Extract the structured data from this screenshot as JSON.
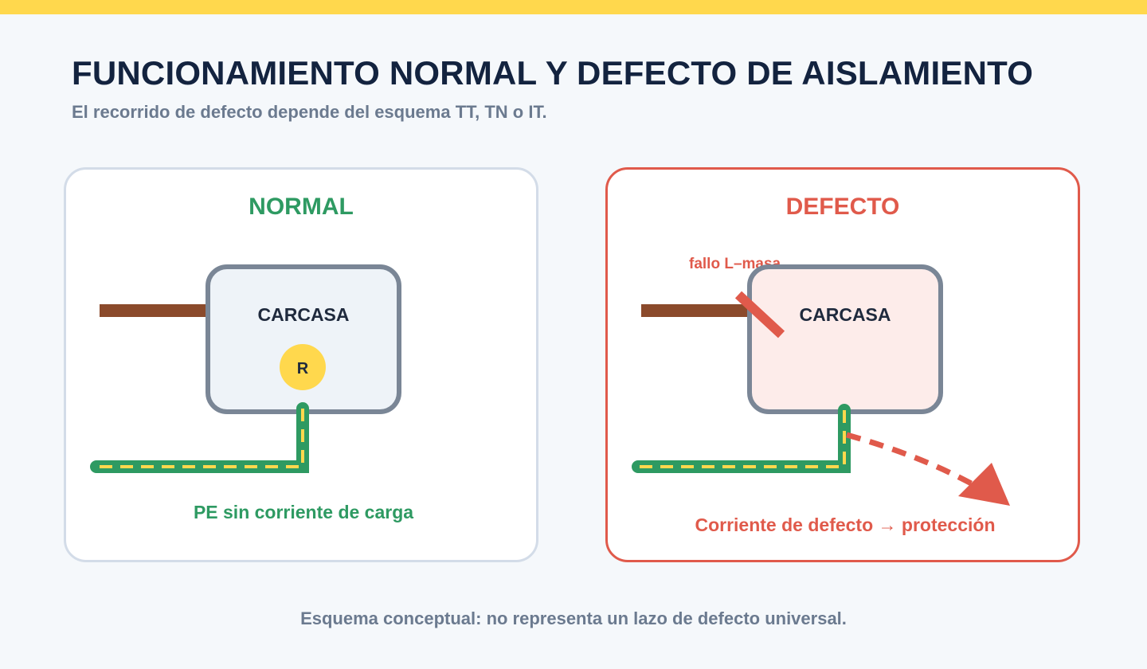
{
  "header": {
    "title": "FUNCIONAMIENTO NORMAL Y DEFECTO DE AISLAMIENTO",
    "subtitle": "El recorrido de defecto depende del esquema TT, TN o IT."
  },
  "panels": {
    "normal": {
      "title": "NORMAL",
      "housing_label": "CARCASA",
      "resistor_label": "R",
      "caption": "PE sin corriente de carga",
      "accent_color": "#2e9a62"
    },
    "defect": {
      "title": "DEFECTO",
      "housing_label": "CARCASA",
      "fault_label": "fallo L–masa",
      "caption": "Corriente de defecto → protección",
      "accent_color": "#e05a4b"
    }
  },
  "footnote": "Esquema conceptual: no representa un lazo de defecto universal.",
  "colors": {
    "phase_conductor": "#8b4a2b",
    "pe_conductor_green": "#2e9a62",
    "pe_conductor_yellow": "#ffd84d",
    "housing_border": "#7a8696"
  }
}
